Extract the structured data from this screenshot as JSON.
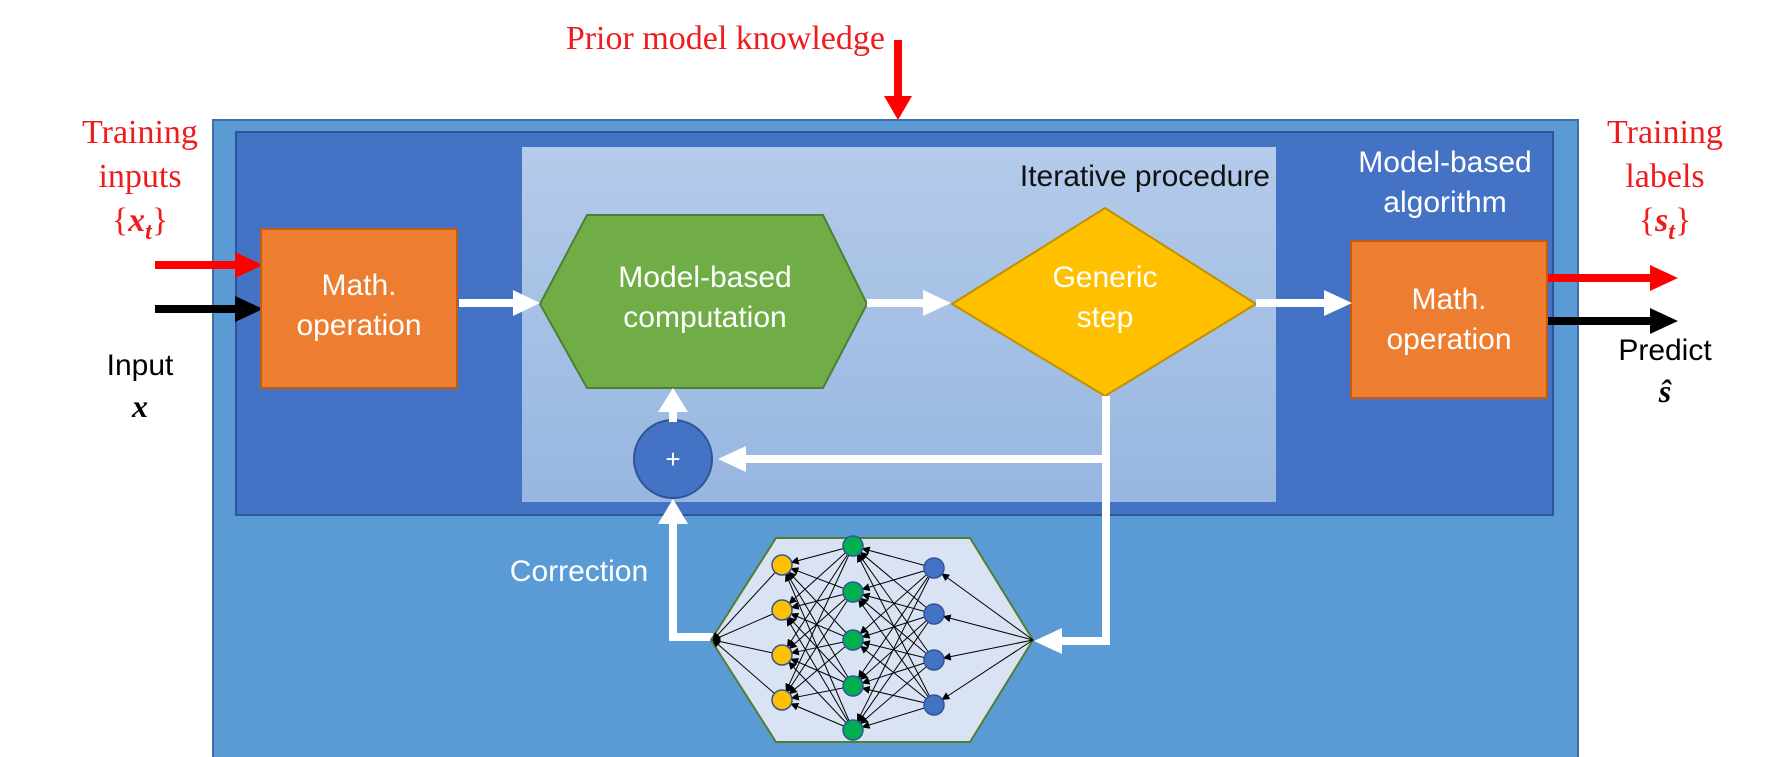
{
  "prior_knowledge": "Prior model knowledge",
  "training_inputs": {
    "line1": "Training",
    "line2": "inputs",
    "open": "{",
    "symbol": "x",
    "sub": "t",
    "close": "}"
  },
  "training_labels": {
    "line1": "Training",
    "line2": "labels",
    "open": "{",
    "symbol": "s",
    "sub": "t",
    "close": "}"
  },
  "input": {
    "label": "Input",
    "symbol": "x"
  },
  "predict": {
    "label": "Predict",
    "symbol": "ŝ"
  },
  "outer_box": {
    "title_line1": "Model-based",
    "title_line2": "algorithm"
  },
  "iterative": {
    "title": "Iterative procedure"
  },
  "math_left": {
    "line1": "Math.",
    "line2": "operation"
  },
  "math_right": {
    "line1": "Math.",
    "line2": "operation"
  },
  "model_comp": {
    "line1": "Model-based",
    "line2": "computation"
  },
  "generic": {
    "line1": "Generic",
    "line2": "step"
  },
  "plus": "+",
  "correction": "Correction",
  "colors": {
    "outer_light_blue": "#5b9bd5",
    "inner_dark_blue": "#4472c4",
    "iterative_panel": "#a9c4e8",
    "orange": "#ed7d31",
    "green": "#70ad47",
    "yellow": "#ffc000",
    "red_arrow": "#ff0000",
    "nn_yellow": "#ffc000",
    "nn_green": "#00b050",
    "nn_blue": "#4472c4"
  }
}
